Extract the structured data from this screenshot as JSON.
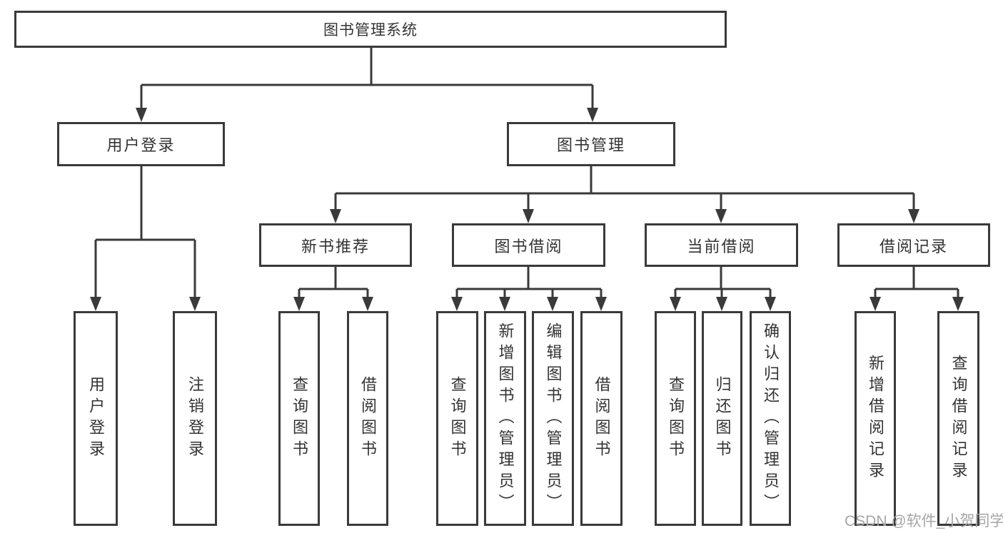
{
  "diagram": {
    "root": {
      "label": "图书管理系统"
    },
    "branches": [
      {
        "label": "用户登录",
        "children": [
          {
            "label": "用户登录"
          },
          {
            "label": "注销登录"
          }
        ]
      },
      {
        "label": "图书管理",
        "children": [
          {
            "label": "新书推荐",
            "children": [
              {
                "label": "查询图书"
              },
              {
                "label": "借阅图书"
              }
            ]
          },
          {
            "label": "图书借阅",
            "children": [
              {
                "label": "查询图书"
              },
              {
                "label": "新增图书（管理员）"
              },
              {
                "label": "编辑图书（管理员）"
              },
              {
                "label": "借阅图书"
              }
            ]
          },
          {
            "label": "当前借阅",
            "children": [
              {
                "label": "查询图书"
              },
              {
                "label": "归还图书"
              },
              {
                "label": "确认归还（管理员）"
              }
            ]
          },
          {
            "label": "借阅记录",
            "children": [
              {
                "label": "新增借阅记录"
              },
              {
                "label": "查询借阅记录"
              }
            ]
          }
        ]
      }
    ]
  },
  "watermark": {
    "text": "CSDN @软件_小贺同学"
  },
  "colors": {
    "line": "#3a3a3a",
    "box_border": "#3a3a3a",
    "box_fill": "#ffffff",
    "text": "#333333",
    "watermark": "#a6a6a6",
    "background": "#ffffff"
  }
}
